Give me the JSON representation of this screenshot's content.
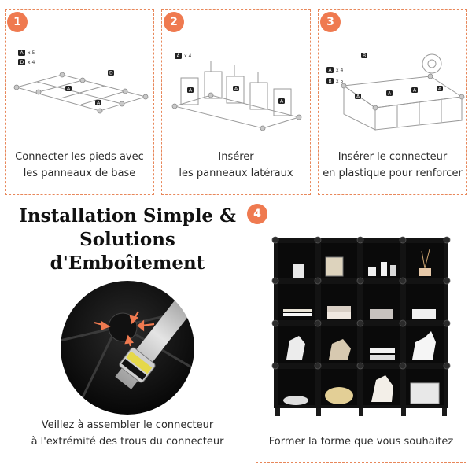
{
  "steps": [
    {
      "number": "1",
      "caption_lines": [
        "Connecter les pieds avec",
        "les panneaux de base"
      ]
    },
    {
      "number": "2",
      "caption_lines": [
        "Insérer",
        "les panneaux latéraux"
      ]
    },
    {
      "number": "3",
      "caption_lines": [
        "Insérer le connecteur",
        "en plastique pour renforcer"
      ]
    },
    {
      "number": "4",
      "caption_lines": [
        "Former la forme que vous souhaitez"
      ]
    }
  ],
  "headline_lines": [
    "Installation Simple &",
    "Solutions",
    "d'Emboîtement"
  ],
  "connector_caption_lines": [
    "Veillez à assembler le connecteur",
    "à l'extrémité des trous du connecteur"
  ],
  "diagram_labels": {
    "step1_parts": [
      {
        "letter": "A",
        "qty": "x 5"
      },
      {
        "letter": "D",
        "qty": "x 4"
      }
    ],
    "step2_parts": [
      {
        "letter": "A",
        "qty": "x 4"
      }
    ],
    "step3_parts": [
      {
        "letter": "A",
        "qty": "x 4"
      },
      {
        "letter": "B",
        "qty": "x 5"
      }
    ]
  },
  "colors": {
    "accent": "#ef7a50",
    "border": "#e8875a",
    "shelf": "#141414",
    "text": "#2b2b2b"
  }
}
